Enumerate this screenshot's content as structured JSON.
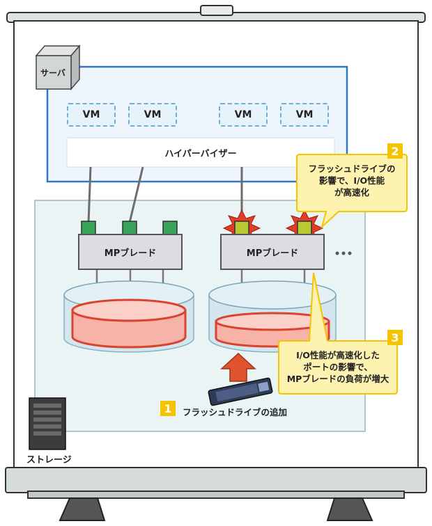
{
  "server": {
    "label": "サーバ"
  },
  "vms": [
    "VM",
    "VM",
    "VM",
    "VM"
  ],
  "hypervisor": {
    "label": "ハイパーバイザー"
  },
  "mp_blades": [
    "MPブレード",
    "MPブレード"
  ],
  "more_indicator": "…",
  "storage": {
    "label": "ストレージ"
  },
  "callouts": [
    {
      "number": "1",
      "lines": [
        "フラッシュドライブの追加"
      ]
    },
    {
      "number": "2",
      "lines": [
        "フラッシュドライブの",
        "影響で、I/O性能",
        "が高速化"
      ]
    },
    {
      "number": "3",
      "lines": [
        "I/O性能が高速化した",
        "ポートの影響で、",
        "MPブレードの負荷が増大"
      ]
    }
  ],
  "colors": {
    "server_panel": "#eef5fc",
    "server_border": "#2f78c8",
    "storage_panel": "#eaf4f4",
    "port_green": "#3aa35a",
    "port_hot": "#b9c936",
    "burst": "#e23c2a",
    "disk": "#f7b3a8",
    "arrow": "#e0532f",
    "callout": "#fdf2b0",
    "callout_border": "#f5c400"
  }
}
